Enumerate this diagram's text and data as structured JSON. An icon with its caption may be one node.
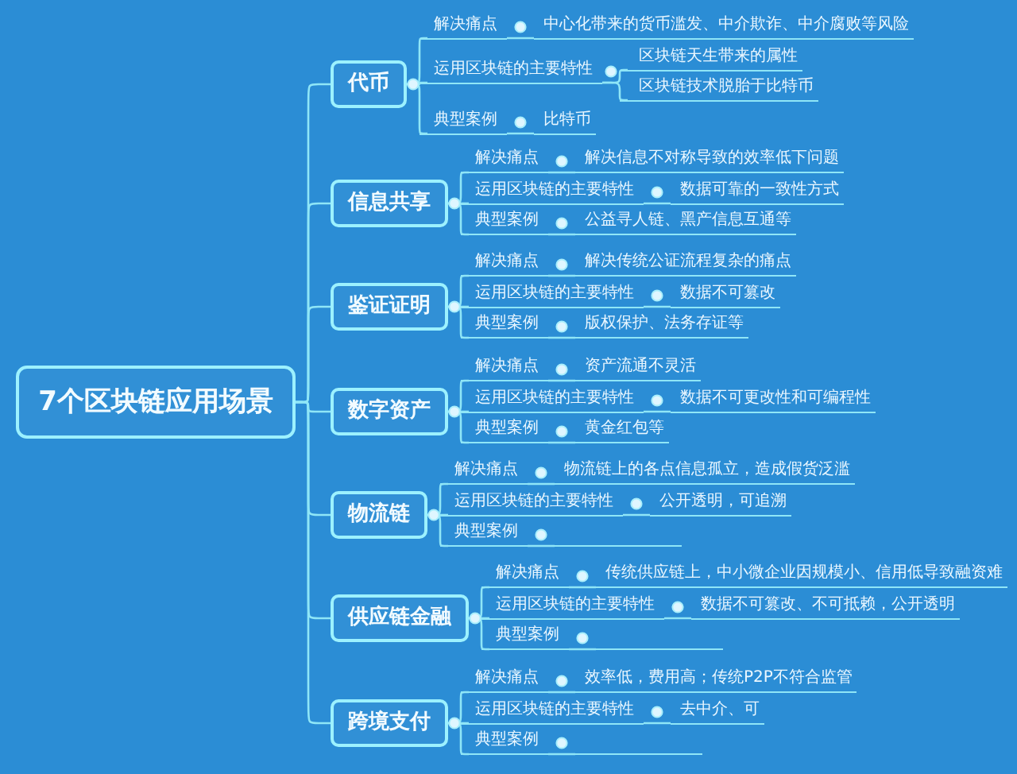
{
  "diagram": {
    "nodes": [
      {
        "text": [
          "7个区块链应用场景"
        ]
      },
      {
        "text": [
          "代币"
        ]
      },
      {
        "text": [
          "解决痛点"
        ]
      },
      {
        "text": [
          "中心化带来的货币滥发、中介欺诈、中介腐败等风险"
        ]
      },
      {
        "text": [
          "运用区块链的主要特性"
        ]
      },
      {
        "text": [
          "区块链天生带来的属性"
        ]
      },
      {
        "text": [
          "区块链技术脱胎于比特币"
        ]
      },
      {
        "text": [
          "典型案例"
        ]
      },
      {
        "text": [
          "比特币"
        ]
      },
      {
        "text": [
          "信息共享"
        ]
      },
      {
        "text": [
          "解决痛点"
        ]
      },
      {
        "text": [
          "解决信息不对称导致的效率低下问题"
        ]
      },
      {
        "text": [
          "运用区块链的主要特性"
        ]
      },
      {
        "text": [
          "数据可靠的一致性方式"
        ]
      },
      {
        "text": [
          "典型案例"
        ]
      },
      {
        "text": [
          "公益寻人链、黑产信息互通等"
        ]
      },
      {
        "text": [
          "鉴证证明"
        ]
      },
      {
        "text": [
          "解决痛点"
        ]
      },
      {
        "text": [
          "解决传统公证流程复杂的痛点"
        ]
      },
      {
        "text": [
          "运用区块链的主要特性"
        ]
      },
      {
        "text": [
          "数据不可篡改"
        ]
      },
      {
        "text": [
          "典型案例"
        ]
      },
      {
        "text": [
          "版权保护、法务存证等"
        ]
      },
      {
        "text": [
          "数字资产"
        ]
      },
      {
        "text": [
          "解决痛点"
        ]
      },
      {
        "text": [
          "资产流通不灵活"
        ]
      },
      {
        "text": [
          "运用区块链的主要特性"
        ]
      },
      {
        "text": [
          "数据不可更改性和可编程性"
        ]
      },
      {
        "text": [
          "典型案例"
        ]
      },
      {
        "text": [
          "黄金红包等"
        ]
      },
      {
        "text": [
          "物流链"
        ]
      },
      {
        "text": [
          "解决痛点"
        ]
      },
      {
        "text": [
          "物流链上的各点信息孤立，造成假货泛滥"
        ]
      },
      {
        "text": [
          "运用区块链的主要特性"
        ]
      },
      {
        "text": [
          "公开透明，可追溯"
        ]
      },
      {
        "text": [
          "典型案例"
        ]
      },
      {
        "text": [],
        "shape": "line"
      },
      {
        "text": [
          "供应链金融"
        ]
      },
      {
        "text": [
          "解决痛点"
        ]
      },
      {
        "text": [
          "传统供应链上，中小微企业因规模小、信用低导致融资难"
        ]
      },
      {
        "text": [
          "运用区块链的主要特性"
        ]
      },
      {
        "text": [
          "数据不可篡改、不可抵赖，公开透明"
        ]
      },
      {
        "text": [
          "典型案例"
        ]
      },
      {
        "text": [],
        "shape": "line"
      },
      {
        "text": [
          "跨境支付"
        ]
      },
      {
        "text": [
          "解决痛点"
        ]
      },
      {
        "text": [
          "效率低，费用高；传统P2P不符合监管"
        ]
      },
      {
        "text": [
          "运用区块链的主要特性"
        ]
      },
      {
        "text": [
          "去中介、可"
        ]
      },
      {
        "text": [
          "典型案例"
        ]
      },
      {
        "text": [],
        "shape": "line"
      }
    ],
    "edges": [
      {
        "from": 0,
        "to": 1,
        "arrow": "none"
      },
      {
        "from": 1,
        "to": 2,
        "arrow": "none"
      },
      {
        "from": 2,
        "to": 3,
        "arrow": "none"
      },
      {
        "from": 1,
        "to": 4,
        "arrow": "none"
      },
      {
        "from": 4,
        "to": 5,
        "arrow": "none"
      },
      {
        "from": 4,
        "to": 6,
        "arrow": "none"
      },
      {
        "from": 1,
        "to": 7,
        "arrow": "none"
      },
      {
        "from": 7,
        "to": 8,
        "arrow": "none"
      },
      {
        "from": 0,
        "to": 9,
        "arrow": "none"
      },
      {
        "from": 9,
        "to": 10,
        "arrow": "none"
      },
      {
        "from": 10,
        "to": 11,
        "arrow": "none"
      },
      {
        "from": 9,
        "to": 12,
        "arrow": "none"
      },
      {
        "from": 12,
        "to": 13,
        "arrow": "none"
      },
      {
        "from": 9,
        "to": 14,
        "arrow": "none"
      },
      {
        "from": 14,
        "to": 15,
        "arrow": "none"
      },
      {
        "from": 0,
        "to": 16,
        "arrow": "none"
      },
      {
        "from": 16,
        "to": 17,
        "arrow": "none"
      },
      {
        "from": 17,
        "to": 18,
        "arrow": "none"
      },
      {
        "from": 16,
        "to": 19,
        "arrow": "none"
      },
      {
        "from": 19,
        "to": 20,
        "arrow": "none"
      },
      {
        "from": 16,
        "to": 21,
        "arrow": "none"
      },
      {
        "from": 21,
        "to": 22,
        "arrow": "none"
      },
      {
        "from": 0,
        "to": 23,
        "arrow": "none"
      },
      {
        "from": 23,
        "to": 24,
        "arrow": "none"
      },
      {
        "from": 24,
        "to": 25,
        "arrow": "none"
      },
      {
        "from": 23,
        "to": 26,
        "arrow": "none"
      },
      {
        "from": 26,
        "to": 27,
        "arrow": "none"
      },
      {
        "from": 23,
        "to": 28,
        "arrow": "none"
      },
      {
        "from": 28,
        "to": 29,
        "arrow": "none"
      },
      {
        "from": 0,
        "to": 30,
        "arrow": "none"
      },
      {
        "from": 30,
        "to": 31,
        "arrow": "none"
      },
      {
        "from": 31,
        "to": 32,
        "arrow": "none"
      },
      {
        "from": 30,
        "to": 33,
        "arrow": "none"
      },
      {
        "from": 33,
        "to": 34,
        "arrow": "none"
      },
      {
        "from": 30,
        "to": 35,
        "arrow": "none"
      },
      {
        "from": 35,
        "to": 36,
        "arrow": "none"
      },
      {
        "from": 0,
        "to": 37,
        "arrow": "none"
      },
      {
        "from": 37,
        "to": 38,
        "arrow": "none"
      },
      {
        "from": 38,
        "to": 39,
        "arrow": "none"
      },
      {
        "from": 37,
        "to": 40,
        "arrow": "none"
      },
      {
        "from": 40,
        "to": 41,
        "arrow": "none"
      },
      {
        "from": 37,
        "to": 42,
        "arrow": "none"
      },
      {
        "from": 42,
        "to": 43,
        "arrow": "none"
      },
      {
        "from": 0,
        "to": 44,
        "arrow": "none"
      },
      {
        "from": 44,
        "to": 45,
        "arrow": "none"
      },
      {
        "from": 45,
        "to": 46,
        "arrow": "none"
      },
      {
        "from": 44,
        "to": 47,
        "arrow": "none"
      },
      {
        "from": 47,
        "to": 48,
        "arrow": "none"
      },
      {
        "from": 44,
        "to": 49,
        "arrow": "none"
      },
      {
        "from": 49,
        "to": 50,
        "arrow": "none"
      }
    ]
  }
}
